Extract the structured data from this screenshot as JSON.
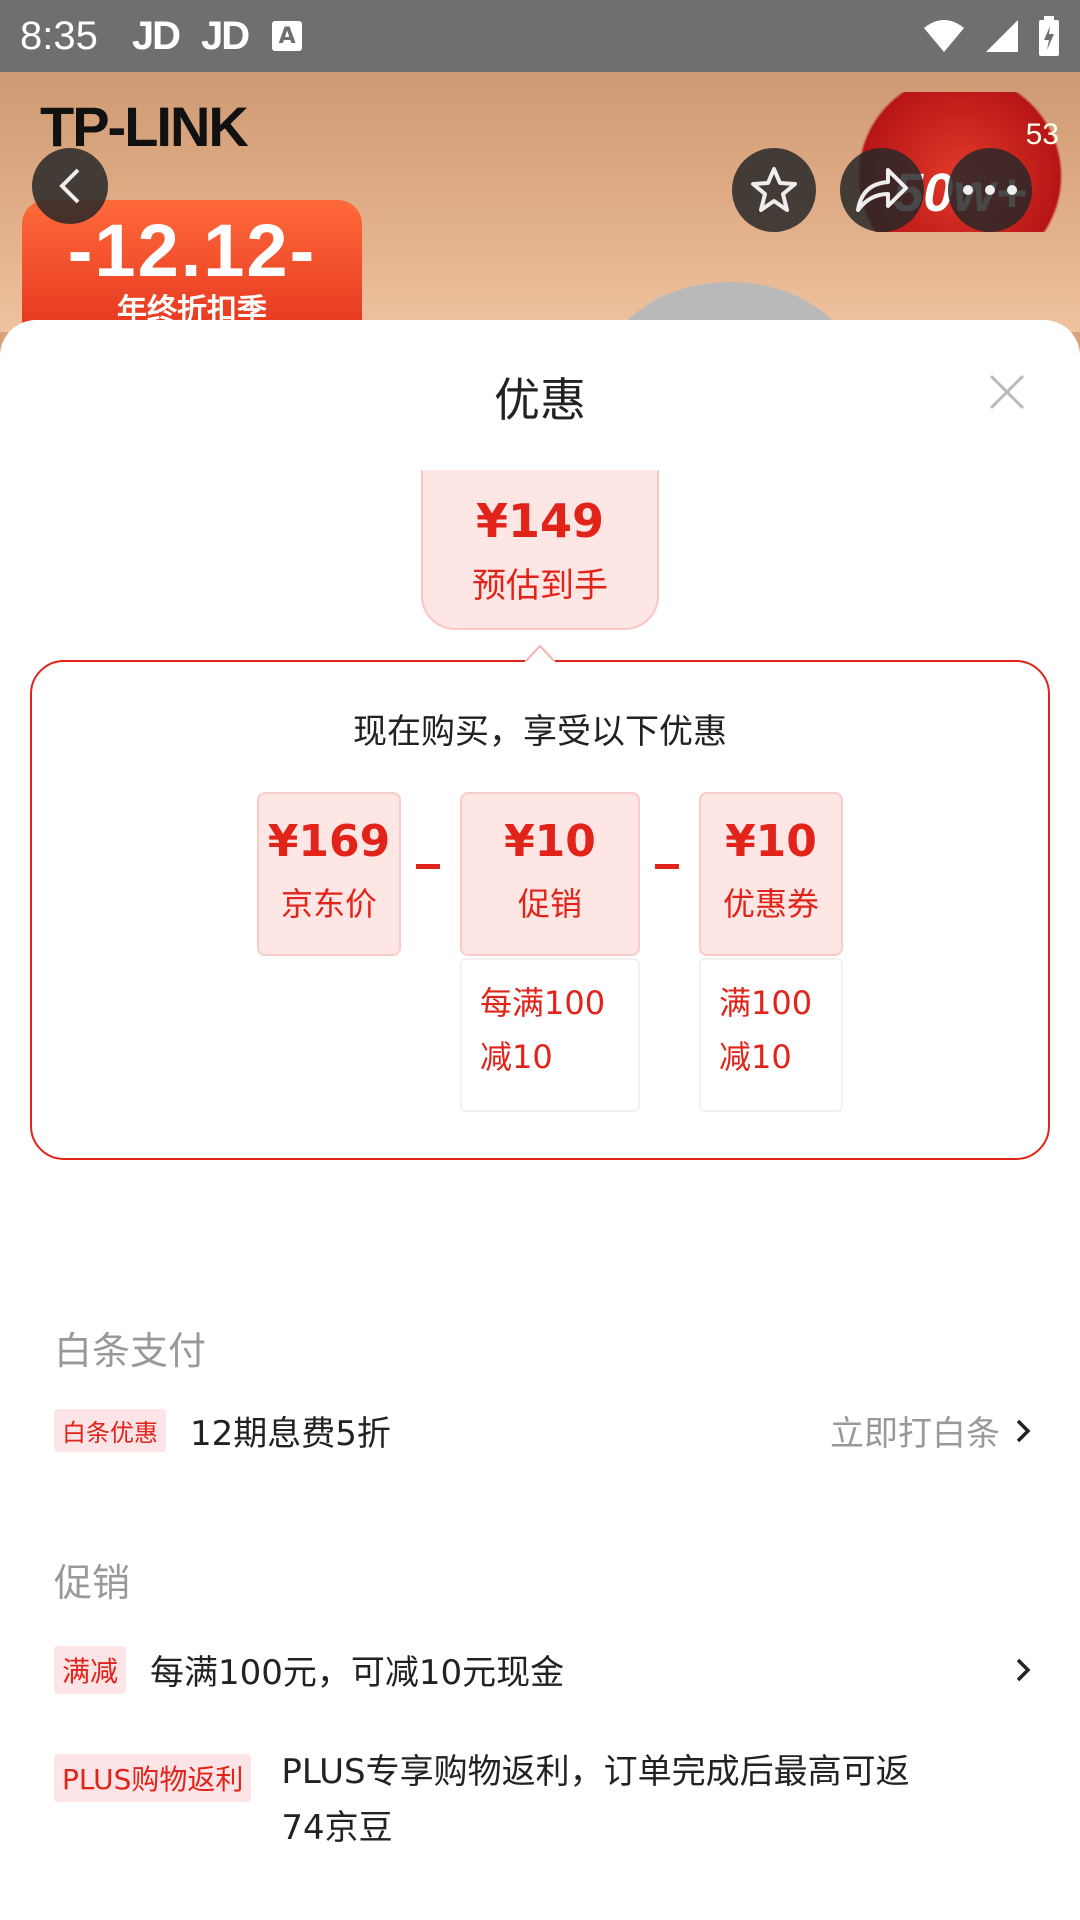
{
  "status_bar": {
    "time": "8:35",
    "app_icons": [
      "JD",
      "JD"
    ],
    "keyboard_icon_label": "A"
  },
  "product_header": {
    "brand": "TP-LINK",
    "promo_tag_big": "-12.12-",
    "promo_tag_small": "年终折扣季",
    "badge_text": "50w+",
    "badge_count": "53"
  },
  "sheet": {
    "title": "优惠",
    "estimate": {
      "price": "¥149",
      "label": "预估到手"
    },
    "panel": {
      "headline": "现在购买，享受以下优惠",
      "breakdown": [
        {
          "value": "¥169",
          "label": "京东价"
        },
        {
          "value": "¥10",
          "label": "促销",
          "desc_line1": "每满100",
          "desc_line2": "减10"
        },
        {
          "value": "¥10",
          "label": "优惠券",
          "desc_line1": "满100",
          "desc_line2": "减10"
        }
      ]
    },
    "baitiao": {
      "section_title": "白条支付",
      "tag": "白条优惠",
      "text": "12期息费5折",
      "link": "立即打白条"
    },
    "promotion": {
      "section_title": "促销",
      "items": [
        {
          "tag": "满减",
          "text": "每满100元，可减10元现金"
        },
        {
          "tag": "PLUS购物返利",
          "text_line1": "PLUS专享购物返利，订单完成后最高可返",
          "text_line2": "74京豆"
        }
      ]
    }
  },
  "colors": {
    "accent_red": "#e2231a",
    "card_pink": "#fde6e4",
    "muted_gray": "#999999"
  }
}
